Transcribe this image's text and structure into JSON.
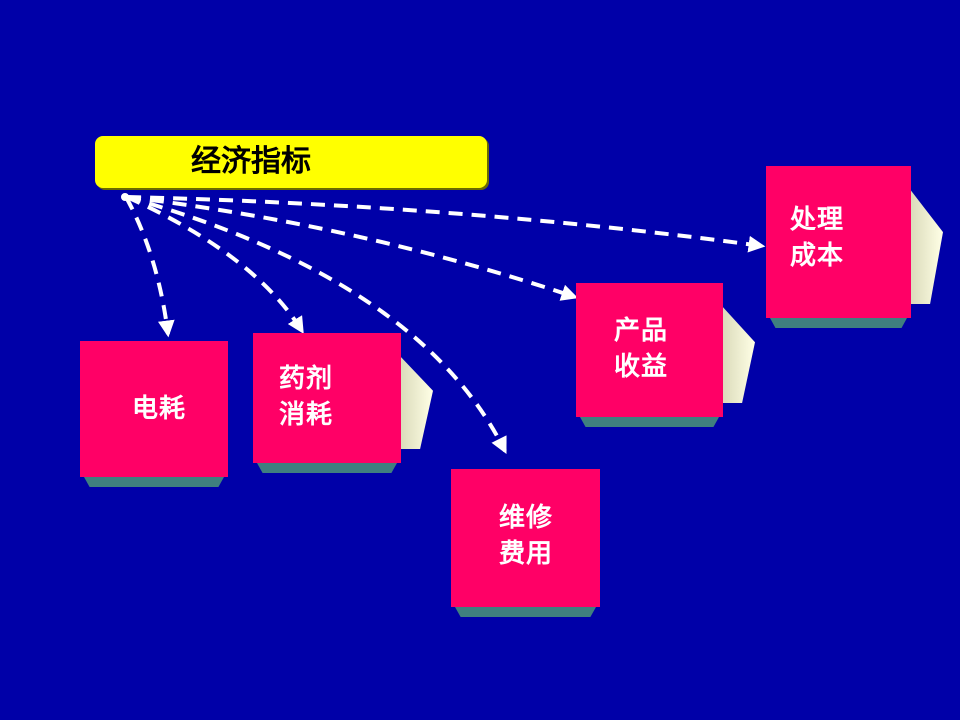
{
  "diagram": {
    "title": "经济指标",
    "nodes": {
      "electric": "电耗",
      "chemical": "药剂\n消耗",
      "maintenance": "维修\n费用",
      "product": "产品\n收益",
      "processing": "处理\n成本"
    }
  },
  "colors": {
    "background": "#0000A8",
    "title_fill": "#FFFF00",
    "node_fill": "#FF0066",
    "node_base": "#3F7F7F",
    "connector": "#FFFFFF"
  }
}
